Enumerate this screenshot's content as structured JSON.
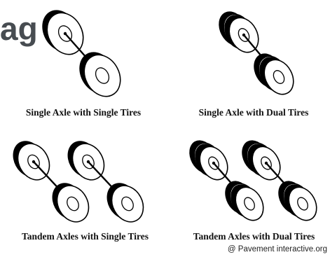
{
  "partial_heading": "ag",
  "configurations": [
    {
      "caption": "Single Axle with Single Tires"
    },
    {
      "caption": "Single Axle with Dual Tires"
    },
    {
      "caption": "Tandem Axles with Single Tires"
    },
    {
      "caption": "Tandem Axles with Dual Tires"
    }
  ],
  "credit": "@ Pavement interactive.org",
  "colors": {
    "tire_tread": "#000000",
    "tire_face": "#ffffff",
    "axle": "#000000",
    "heading": "#474c51"
  }
}
